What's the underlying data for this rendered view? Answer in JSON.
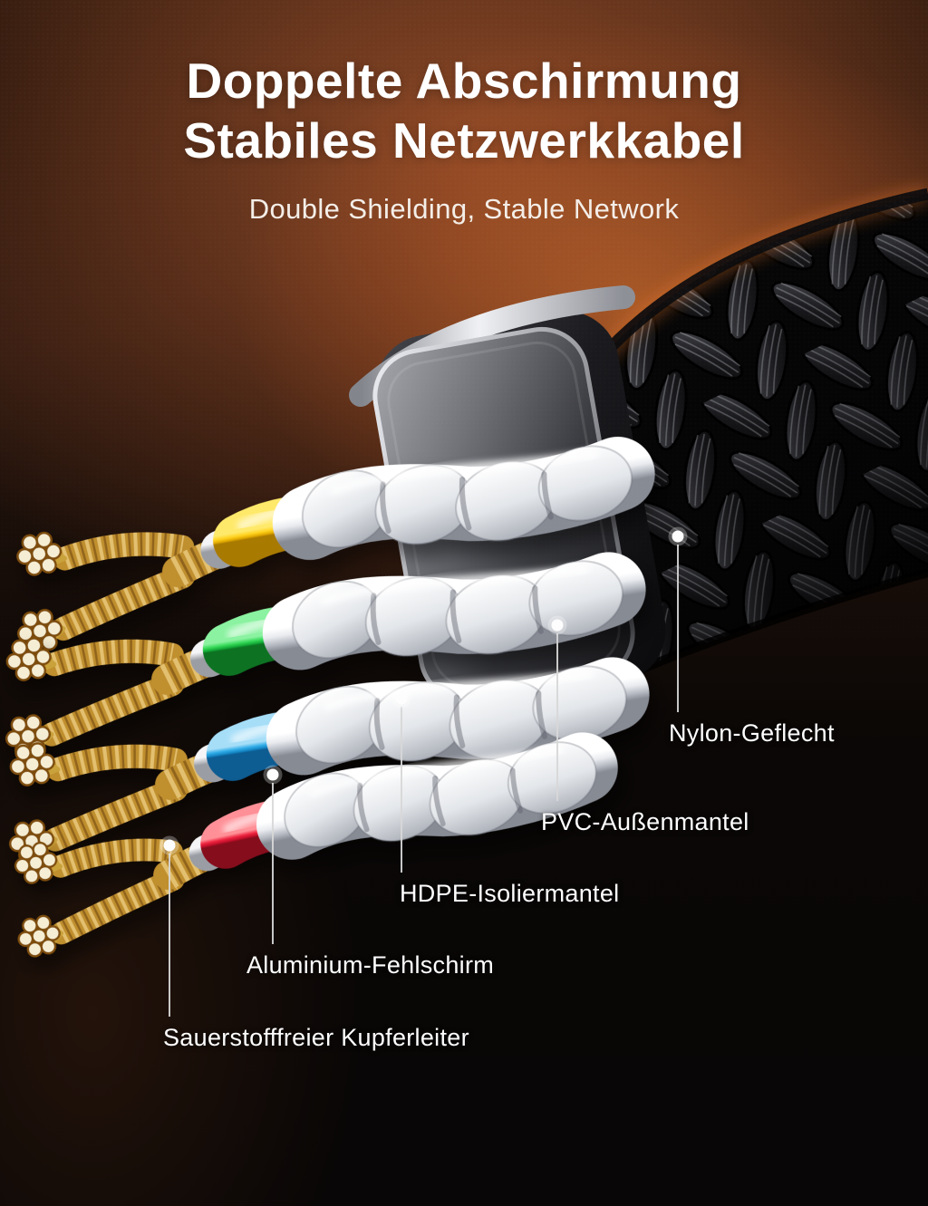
{
  "title": {
    "line1": "Doppelte Abschirmung",
    "line2": "Stabiles Netzwerkkabel"
  },
  "subtitle": "Double Shielding, Stable Network",
  "callouts": [
    {
      "id": "nylon-braid",
      "label": "Nylon-Geflecht"
    },
    {
      "id": "pvc-jacket",
      "label": "PVC-Außenmantel"
    },
    {
      "id": "hdpe-insulation",
      "label": "HDPE-Isoliermantel"
    },
    {
      "id": "aluminium-foil-shield",
      "label": "Aluminium-Fehlschirm"
    },
    {
      "id": "oxygen-free-copper",
      "label": "Sauerstofffreier Kupferleiter"
    }
  ],
  "icons": [
    {
      "name": "callout-dot-icon",
      "shape": "white-circle"
    }
  ],
  "colors": {
    "wire_yellow": "#ffd21e",
    "wire_green": "#35d958",
    "wire_blue": "#33aee8",
    "wire_red": "#ee2440",
    "copper": "#c08f2e",
    "copper_cut_end": "#f6eed4",
    "tube_white": "#e9ebef",
    "pvc_face_gray": "#7d7f86",
    "braid_black": "#0a0a0b",
    "background_top_brown": "#6b3a22",
    "background_bottom": "#080606",
    "label_text": "#ffffff"
  }
}
